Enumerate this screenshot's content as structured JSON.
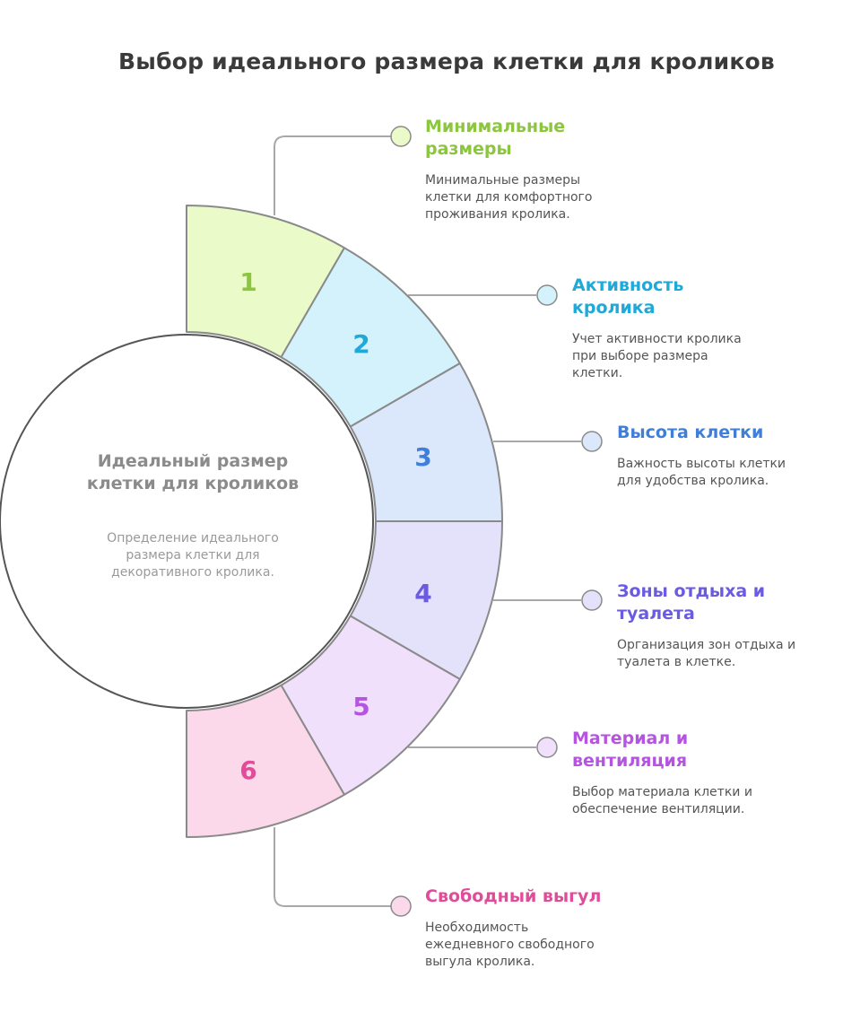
{
  "title": "Выбор идеального размера клетки для кроликов",
  "center": {
    "title": "Идеальный размер клетки для кроликов",
    "description": "Определение идеального размера клетки для декоративного кролика."
  },
  "segments": [
    {
      "number": "1",
      "fill": "#eafbc9",
      "text_color": "#8cc63e",
      "title": "Минимальные размеры",
      "description": "Минимальные размеры клетки для комфортного проживания кролика."
    },
    {
      "number": "2",
      "fill": "#d4f2fb",
      "text_color": "#1ea9d8",
      "title": "Активность кролика",
      "description": "Учет активности кролика при выборе размера клетки."
    },
    {
      "number": "3",
      "fill": "#dbe7fa",
      "text_color": "#3f7fd9",
      "title": "Высота клетки",
      "description": "Важность высоты клетки для удобства кролика."
    },
    {
      "number": "4",
      "fill": "#e4e1fb",
      "text_color": "#6a5be0",
      "title": "Зоны отдыха и туалета",
      "description": "Организация зон отдыха и туалета в клетке."
    },
    {
      "number": "5",
      "fill": "#f1e0fb",
      "text_color": "#b454e0",
      "title": "Материал и вентиляция",
      "description": "Выбор материала клетки и обеспечение вентиляции."
    },
    {
      "number": "6",
      "fill": "#fbd8ea",
      "text_color": "#e04c97",
      "title": "Свободный выгул",
      "description": "Необходимость ежедневного свободного выгула кролика."
    }
  ]
}
